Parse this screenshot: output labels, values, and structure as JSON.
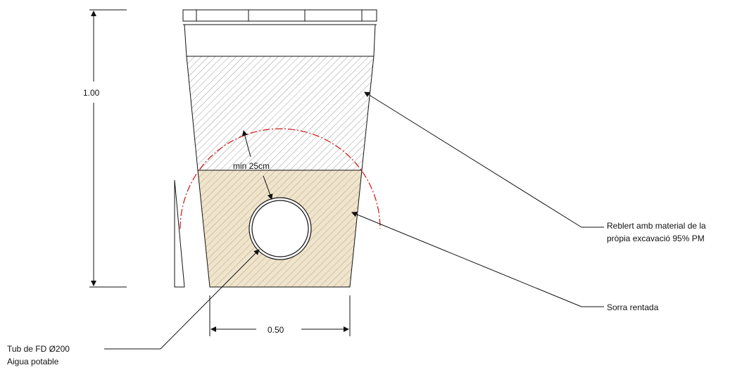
{
  "labels": {
    "height_dim": "1.00",
    "width_dim": "0.50",
    "min_cover": "min 25cm",
    "backfill_line1": "Reblert amb material de la",
    "backfill_line2": "pròpia excavació 95% PM",
    "sand": "Sorra rentada",
    "pipe_line1": "Tub de FD Ø200",
    "pipe_line2": "Aigua potable"
  },
  "colors": {
    "line": "#111111",
    "sand_fill": "#efe4cc",
    "hatch": "#9a9a9a",
    "sand_hatch": "#b39b74",
    "red_arc": "#d01010"
  }
}
